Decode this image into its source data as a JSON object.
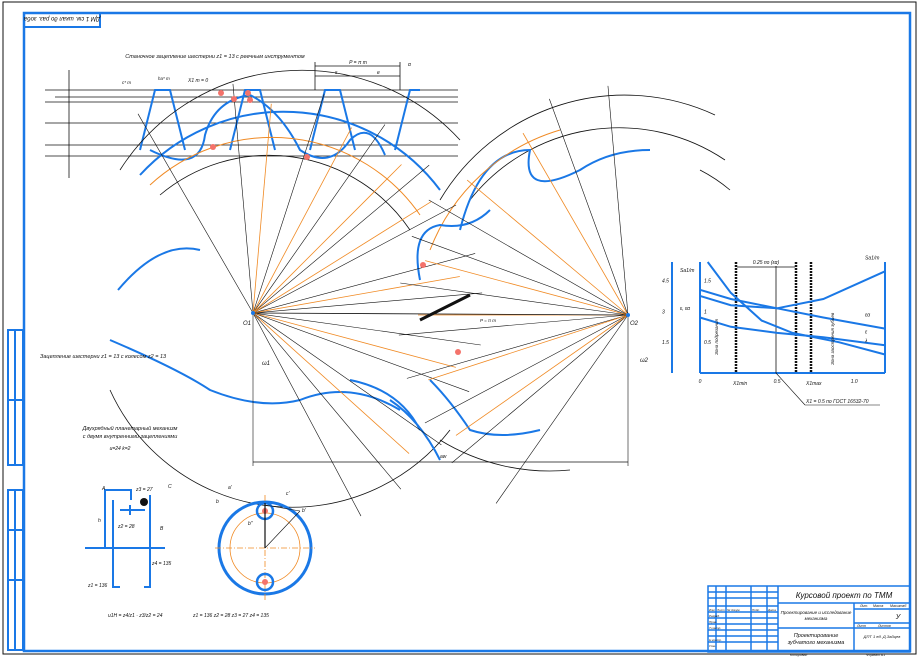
{
  "stamp": "ДМ 1 см. шкал до раз. зоба",
  "rack_section": {
    "title": "Станочное зацепление шестерни z1 = 13 с реечным инструментом",
    "pitch_label": "P = π m",
    "s_label": "s",
    "e_label": "e",
    "alpha_label": "α",
    "x_label": "X1 m = 0",
    "ha_label": "ha* m",
    "c_label": "c* m"
  },
  "mesh_section": {
    "title": "Зацепление шестерни z1 = 13 с колесом z2 = 13",
    "center1": "O1",
    "center2": "O2",
    "aw_label": "aw",
    "pitch_label": "P = π m",
    "omega1": "ω1",
    "omega2": "ω2"
  },
  "chart_data": {
    "type": "line",
    "title": "",
    "xlabel": "X1",
    "ylabel_left": "Sa1/m",
    "ylabel_left2": "ε, εα",
    "y2_ticks": [
      "4.5",
      "3",
      "1.5"
    ],
    "xlim": [
      0,
      1.2
    ],
    "ylim": [
      0,
      1.8
    ],
    "x_ticks": [
      "0",
      "0.5",
      "1.0"
    ],
    "y_ticks": [
      "1.5",
      "1",
      "0.5"
    ],
    "dimension_label": "0.25 по (εα)",
    "xmin_label": "X1min",
    "xmax_label": "X1max",
    "zone_left": "Зона подрезания",
    "zone_right": "Зона заострения зубьев",
    "annotation": "X1 = 0.5 по ГОСТ 16532-70",
    "series": [
      {
        "name": "Sa1/m",
        "x": [
          0,
          0.2,
          0.5,
          0.8,
          1.2
        ],
        "y": [
          1.25,
          1.1,
          1.05,
          1.2,
          1.65
        ]
      },
      {
        "name": "εα",
        "x": [
          0,
          0.2,
          0.5,
          0.8,
          1.2
        ],
        "y": [
          1.35,
          1.2,
          1.05,
          0.9,
          0.72
        ]
      },
      {
        "name": "ε",
        "x": [
          0,
          0.2,
          0.5,
          0.8,
          1.2
        ],
        "y": [
          0.9,
          0.75,
          0.65,
          0.58,
          0.45
        ]
      },
      {
        "name": "λ",
        "x": [
          0.05,
          0.2,
          0.4,
          0.6,
          0.9,
          1.2
        ],
        "y": [
          1.8,
          1.3,
          0.85,
          0.65,
          0.5,
          0.3
        ]
      }
    ]
  },
  "planetary": {
    "title_line1": "Двухрядный планетарный механизм",
    "title_line2": "с двумя внутренними зацеплениями",
    "params": "u=24  k=2",
    "z1": "z1 = 136",
    "z2": "z2 = 28",
    "z3": "z3 = 27",
    "z4": "z4 = 135",
    "label_A": "A",
    "label_B": "B",
    "label_C": "C",
    "label_h": "h",
    "formula": "u1H = z4/z1 · z3/z2 = 24",
    "summary": "z1 = 136   z2 = 28   z3 = 27   z4 = 135",
    "view_labels": [
      "a'",
      "c'",
      "b",
      "b'",
      "b''"
    ]
  },
  "title_block": {
    "course": "Курсовой проект по ТММ",
    "description": "Проектирование зубчатого механизма",
    "task": "Проектирование и исследование механизма",
    "doc_id": "ДПТ 1 ед. Д.Зайцев",
    "sheet_letter": "У",
    "headers": [
      "Изм",
      "Лист",
      "№ докум.",
      "Подп.",
      "Дата"
    ],
    "rows": [
      "Разраб.",
      "Пров.",
      "Т.контр.",
      "Н.контр.",
      "Утв."
    ],
    "cols": [
      "Лит.",
      "Масса",
      "Масштаб"
    ],
    "sheet": "Лист",
    "sheets": "Листов",
    "copied": "Копировал",
    "format": "Формат А1"
  },
  "colors": {
    "line": "#1a78e6",
    "construction": "#f08a24",
    "point": "#f4736b"
  }
}
